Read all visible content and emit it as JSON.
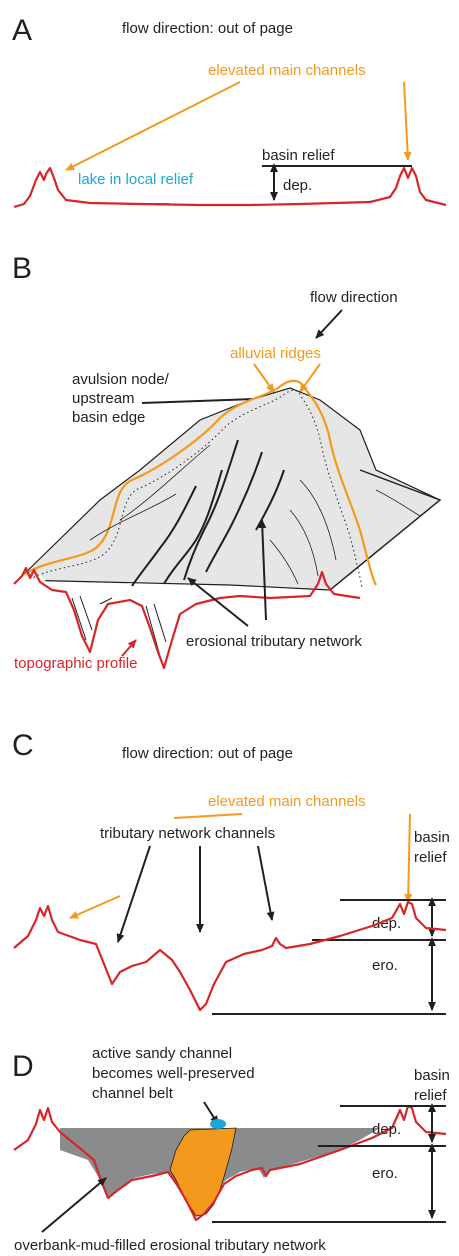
{
  "colors": {
    "profile": "#d6262b",
    "channels": "#f39a1e",
    "lake": "#1ba6d8",
    "mud_fill": "#8a8b8d",
    "sand_fill": "#f39a1e",
    "ink": "#231f20"
  },
  "panel_a": {
    "letter": "A",
    "flow_direction": "flow direction: out of page",
    "elevated_channels": "elevated main channels",
    "lake": "lake in local relief",
    "basin_relief": "basin relief",
    "dep": "dep."
  },
  "panel_b": {
    "letter": "B",
    "flow_direction": "flow direction",
    "alluvial_ridges": "alluvial ridges",
    "avulsion_line1": "avulsion node/",
    "avulsion_line2": "upstream",
    "avulsion_line3": "basin edge",
    "tributary_network": "erosional tributary network",
    "topographic_profile": "topographic profile"
  },
  "panel_c": {
    "letter": "C",
    "flow_direction": "flow direction: out of page",
    "elevated_channels": "elevated main channels",
    "tributary_channels": "tributary network channels",
    "basin_line1": "basin",
    "basin_line2": "relief",
    "dep": "dep.",
    "ero": "ero."
  },
  "panel_d": {
    "letter": "D",
    "active_line1": "active sandy channel",
    "active_line2": "becomes well-preserved",
    "active_line3": "channel belt",
    "basin_line1": "basin",
    "basin_line2": "relief",
    "dep": "dep.",
    "ero": "ero.",
    "overbank": "overbank-mud-filled erosional tributary network"
  }
}
